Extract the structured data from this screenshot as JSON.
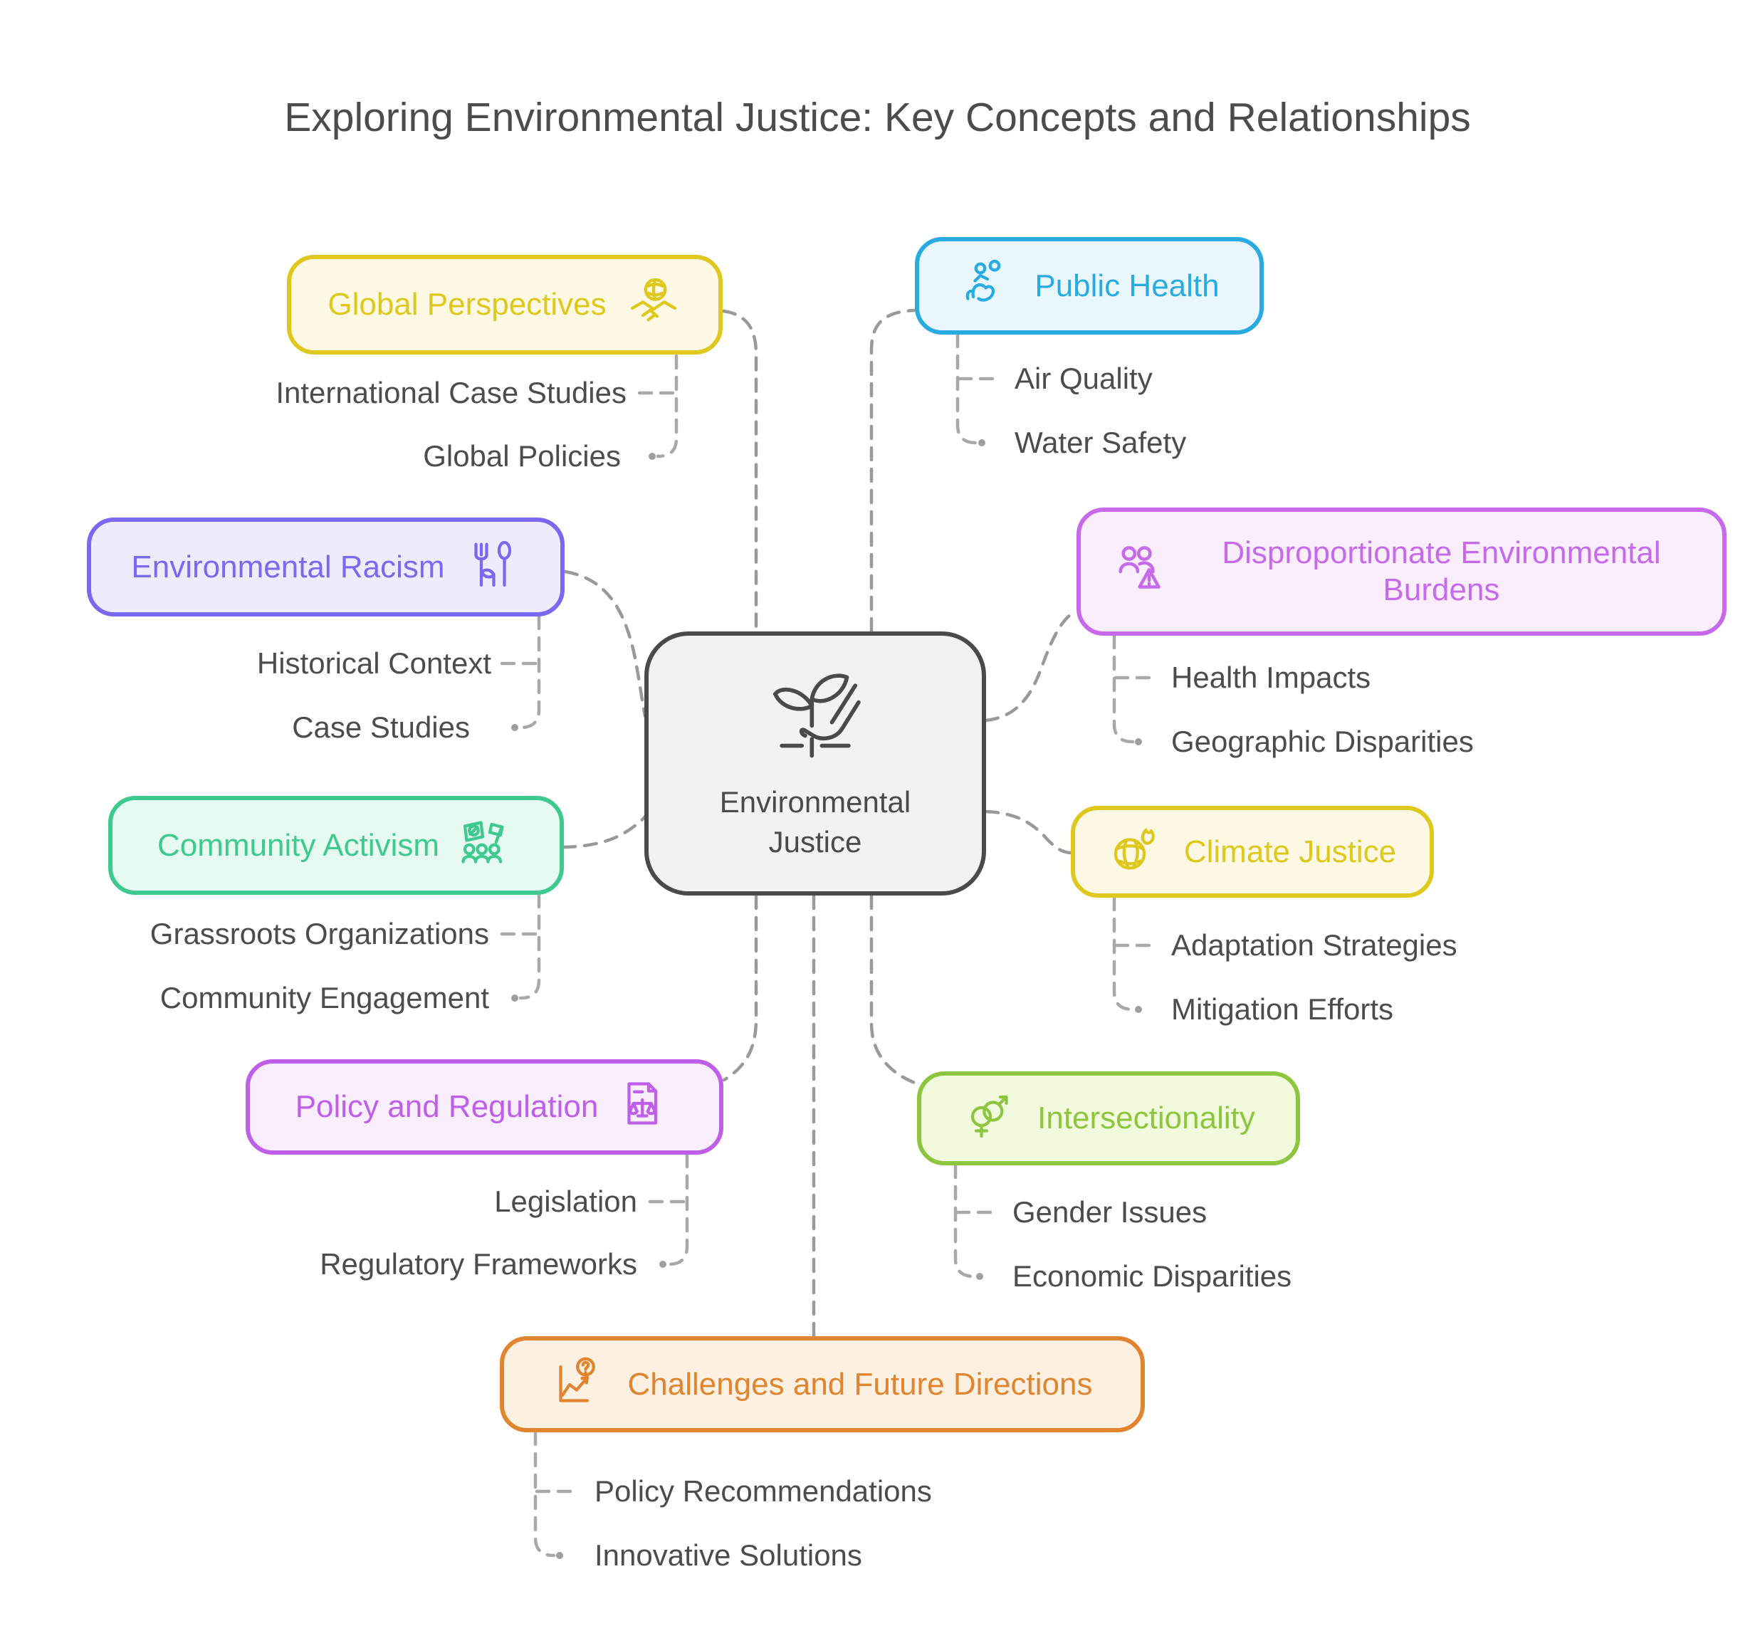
{
  "title": "Exploring Environmental Justice: Key Concepts and Relationships",
  "center": {
    "label": "Environmental Justice",
    "icon": "seedling-hand-icon",
    "accent": "#4a4a4a",
    "fill": "#f2f2f2"
  },
  "connector_color": "#999999",
  "branches": {
    "global_perspectives": {
      "label": "Global Perspectives",
      "icon": "handshake-globe-icon",
      "accent": "#dfc81d",
      "fill": "#fcf8e4",
      "children": [
        "International Case Studies",
        "Global Policies"
      ]
    },
    "public_health": {
      "label": "Public Health",
      "icon": "person-health-icon",
      "accent": "#29abe2",
      "fill": "#e9f7fd",
      "children": [
        "Air Quality",
        "Water Safety"
      ]
    },
    "environmental_racism": {
      "label": "Environmental Racism",
      "icon": "fork-spoon-plant-icon",
      "accent": "#7a68f0",
      "fill": "#eeebfd",
      "children": [
        "Historical Context",
        "Case Studies"
      ]
    },
    "disproportionate_burdens": {
      "label": "Disproportionate Environmental Burdens",
      "icon": "people-warning-icon",
      "accent": "#c669ea",
      "fill": "#faeefd",
      "children": [
        "Health Impacts",
        "Geographic Disparities"
      ]
    },
    "community_activism": {
      "label": "Community Activism",
      "icon": "protest-crowd-icon",
      "accent": "#3ec98e",
      "fill": "#e6faf1",
      "children": [
        "Grassroots Organizations",
        "Community Engagement"
      ]
    },
    "climate_justice": {
      "label": "Climate Justice",
      "icon": "burning-globe-icon",
      "accent": "#dfc81d",
      "fill": "#fcf8e4",
      "children": [
        "Adaptation Strategies",
        "Mitigation Efforts"
      ]
    },
    "policy_regulation": {
      "label": "Policy and Regulation",
      "icon": "document-scales-icon",
      "accent": "#bf5ee8",
      "fill": "#f9eefd",
      "children": [
        "Legislation",
        "Regulatory Frameworks"
      ]
    },
    "intersectionality": {
      "label": "Intersectionality",
      "icon": "gender-symbols-icon",
      "accent": "#8cc63f",
      "fill": "#f2fade",
      "children": [
        "Gender Issues",
        "Economic Disparities"
      ]
    },
    "challenges_future": {
      "label": "Challenges and Future Directions",
      "icon": "chart-question-icon",
      "accent": "#e0842e",
      "fill": "#fcf0e3",
      "children": [
        "Policy Recommendations",
        "Innovative Solutions"
      ]
    }
  }
}
